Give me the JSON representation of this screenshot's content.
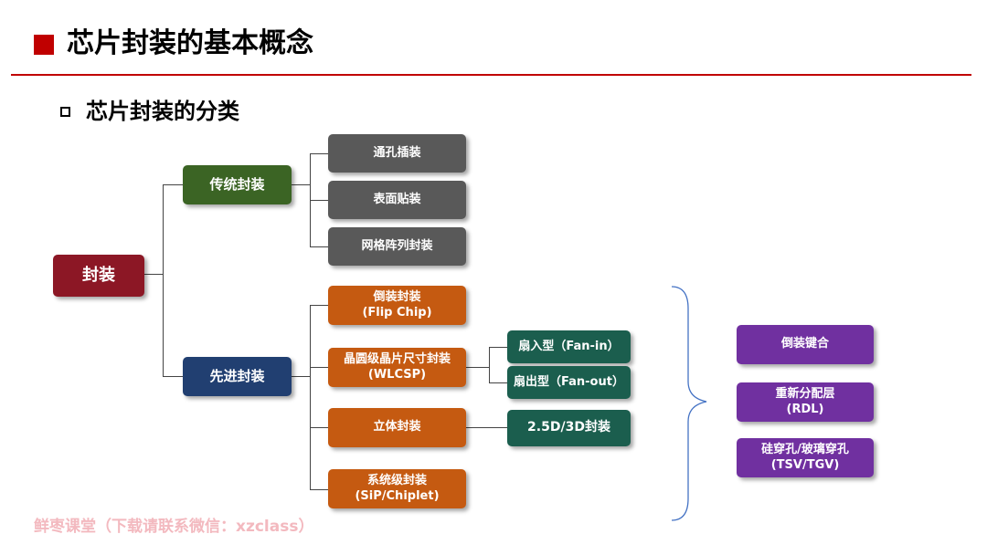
{
  "header": {
    "title": "芯片封装的基本概念"
  },
  "section": {
    "subtitle": "芯片封装的分类"
  },
  "colors": {
    "accent": "#c00000",
    "root": "#8c1725",
    "traditional": "#3b6424",
    "advanced": "#213f71",
    "gray_box": "#595959",
    "orange_box": "#c55a11",
    "teal_box": "#1b5e4e",
    "purple_box": "#7030a0"
  },
  "diagram": {
    "root": "封装",
    "traditional": {
      "label": "传统封装",
      "children": [
        "通孔插装",
        "表面贴装",
        "网格阵列封装"
      ]
    },
    "advanced": {
      "label": "先进封装",
      "children": [
        {
          "line1": "倒装封装",
          "line2": "(Flip Chip)"
        },
        {
          "line1": "晶圆级晶片尺寸封装",
          "line2": "(WLCSP)"
        },
        {
          "line1": "立体封装",
          "line2": ""
        },
        {
          "line1": "系统级封装",
          "line2": "(SiP/Chiplet)"
        }
      ],
      "wlcsp_children": [
        "扇入型（Fan-in）",
        "扇出型（Fan-out）"
      ],
      "stacked_child": "2.5D/3D封装"
    },
    "technologies": [
      {
        "line1": "倒装键合",
        "line2": ""
      },
      {
        "line1": "重新分配层",
        "line2": "(RDL)"
      },
      {
        "line1": "硅穿孔/玻璃穿孔",
        "line2": "(TSV/TGV)"
      }
    ]
  },
  "watermark": "鲜枣课堂（下载请联系微信：xzclass）"
}
